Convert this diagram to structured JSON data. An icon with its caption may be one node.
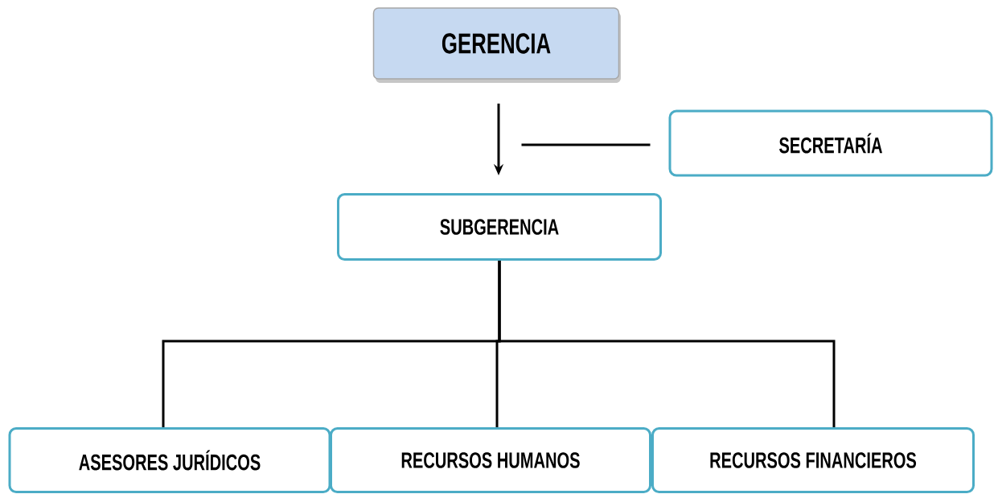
{
  "diagram": {
    "nodes": [
      {
        "text": [
          "GERENCIA"
        ]
      },
      {
        "text": [
          "SECRETARÍA"
        ]
      },
      {
        "text": [
          "SUBGERENCIA"
        ]
      },
      {
        "text": [
          "ASESORES JURÍDICOS"
        ]
      },
      {
        "text": [
          "RECURSOS HUMANOS"
        ]
      },
      {
        "text": [
          "RECURSOS FINANCIEROS"
        ]
      }
    ],
    "edges": [
      {
        "from": 0,
        "to": 2,
        "arrow": "to"
      },
      {
        "from": 1,
        "to": null,
        "arrow": "none"
      },
      {
        "from": 2,
        "to": 3,
        "arrow": "none"
      },
      {
        "from": 2,
        "to": 4,
        "arrow": "none"
      },
      {
        "from": 2,
        "to": 5,
        "arrow": "none"
      }
    ]
  }
}
